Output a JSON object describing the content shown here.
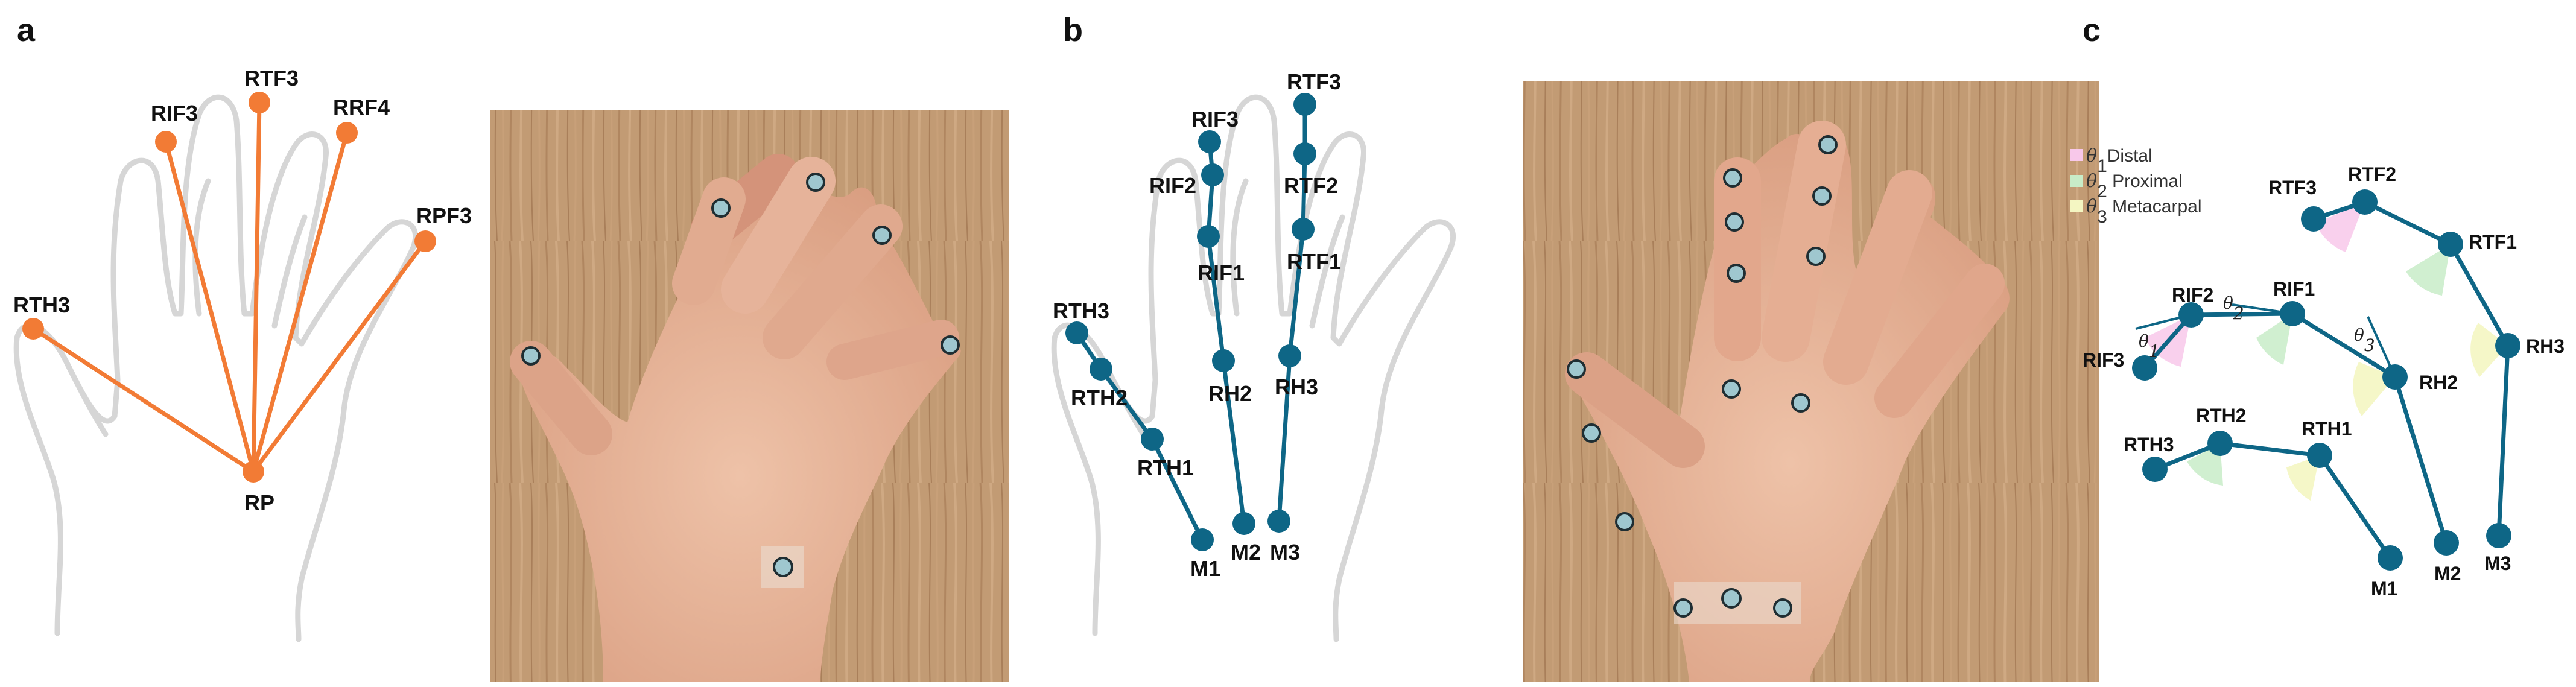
{
  "panels": {
    "a": {
      "letter": "a",
      "labels": {
        "RIF3": "RIF3",
        "RTF3": "RTF3",
        "RRF4": "RRF4",
        "RPF3": "RPF3",
        "RTH3": "RTH3",
        "RP": "RP"
      }
    },
    "b": {
      "letter": "b",
      "labels": {
        "RIF3": "RIF3",
        "RIF2": "RIF2",
        "RIF1": "RIF1",
        "RTF3": "RTF3",
        "RTF2": "RTF2",
        "RTF1": "RTF1",
        "RTH3": "RTH3",
        "RTH2": "RTH2",
        "RTH1": "RTH1",
        "RH2": "RH2",
        "RH3": "RH3",
        "M1": "M1",
        "M2": "M2",
        "M3": "M3"
      }
    },
    "c": {
      "letter": "c",
      "legend": [
        {
          "symbol": "θ",
          "sub": "1",
          "text": "Distal",
          "color": "#f8c8ea"
        },
        {
          "symbol": "θ",
          "sub": "2",
          "text": " Proximal",
          "color": "#c8ecc8"
        },
        {
          "symbol": "θ",
          "sub": "3",
          "text": " Metacarpal",
          "color": "#f4f6c2"
        }
      ],
      "labels": {
        "RTF3": "RTF3",
        "RTF2": "RTF2",
        "RTF1": "RTF1",
        "RH3": "RH3",
        "RIF2": "RIF2",
        "RIF1": "RIF1",
        "RIF3": "RIF3",
        "RH2": "RH2",
        "RTH2": "RTH2",
        "RTH3": "RTH3",
        "RTH1": "RTH1",
        "M1": "M1",
        "M2": "M2",
        "M3": "M3"
      },
      "angles": [
        {
          "symbol": "θ",
          "sub": "1"
        },
        {
          "symbol": "θ",
          "sub": "2"
        },
        {
          "symbol": "θ",
          "sub": "3"
        }
      ]
    }
  },
  "colors": {
    "orange": "#f27b35",
    "teal": "#0e6686",
    "outline": "#d6d6d6",
    "wood": "#c19a74",
    "skin": "#e8b79c",
    "marker": "#9fc7cf"
  },
  "icons": [
    "hand-outline-icon",
    "hand-photo",
    "marker-icon"
  ]
}
